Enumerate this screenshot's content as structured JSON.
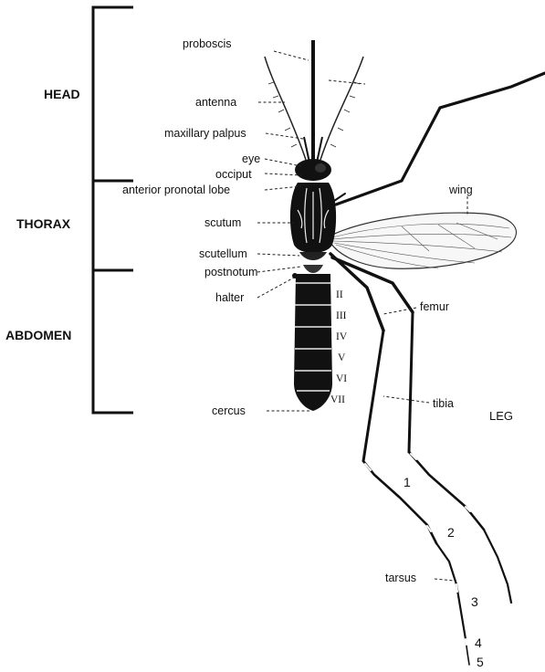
{
  "regions": {
    "head": "HEAD",
    "thorax": "THORAX",
    "abdomen": "ABDOMEN"
  },
  "labels": {
    "proboscis": "proboscis",
    "antenna": "antenna",
    "maxillary_palpus": "maxillary palpus",
    "eye": "eye",
    "occiput": "occiput",
    "anterior_pronotal_lobe": "anterior pronotal lobe",
    "scutum": "scutum",
    "scutellum": "scutellum",
    "postnotum": "postnotum",
    "halter": "halter",
    "cercus": "cercus",
    "wing": "wing",
    "femur": "femur",
    "tibia": "tibia",
    "leg": "LEG",
    "tarsus": "tarsus"
  },
  "abdominal_segments": [
    "II",
    "III",
    "IV",
    "V",
    "VI",
    "VII"
  ],
  "tarsal_segments": [
    "1",
    "2",
    "3",
    "4",
    "5"
  ]
}
